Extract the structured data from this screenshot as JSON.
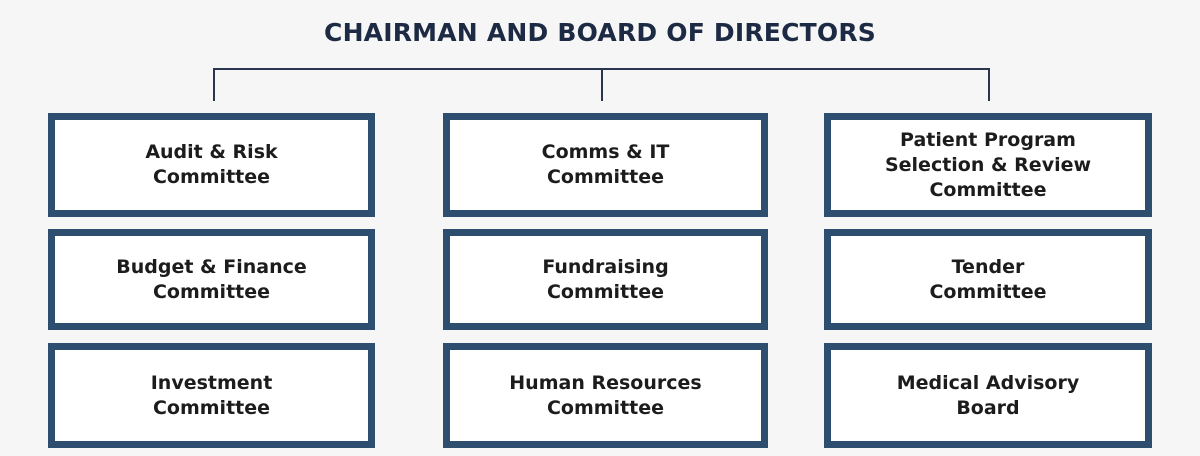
{
  "title": "CHAIRMAN AND BOARD OF DIRECTORS",
  "colors": {
    "title": "#1d2a44",
    "box_border": "#2d4e6e",
    "connector": "#2a3550",
    "background": "#f6f6f6"
  },
  "columns": [
    {
      "boxes": [
        {
          "lines": [
            "Audit & Risk",
            "Committee"
          ]
        },
        {
          "lines": [
            "Budget & Finance",
            "Committee"
          ]
        },
        {
          "lines": [
            "Investment",
            "Committee"
          ]
        }
      ]
    },
    {
      "boxes": [
        {
          "lines": [
            "Comms & IT",
            "Committee"
          ]
        },
        {
          "lines": [
            "Fundraising",
            "Committee"
          ]
        },
        {
          "lines": [
            "Human Resources",
            "Committee"
          ]
        }
      ]
    },
    {
      "boxes": [
        {
          "lines": [
            "Patient Program",
            "Selection & Review",
            "Committee"
          ]
        },
        {
          "lines": [
            "Tender",
            "Committee"
          ]
        },
        {
          "lines": [
            "Medical Advisory",
            "Board"
          ]
        }
      ]
    }
  ]
}
